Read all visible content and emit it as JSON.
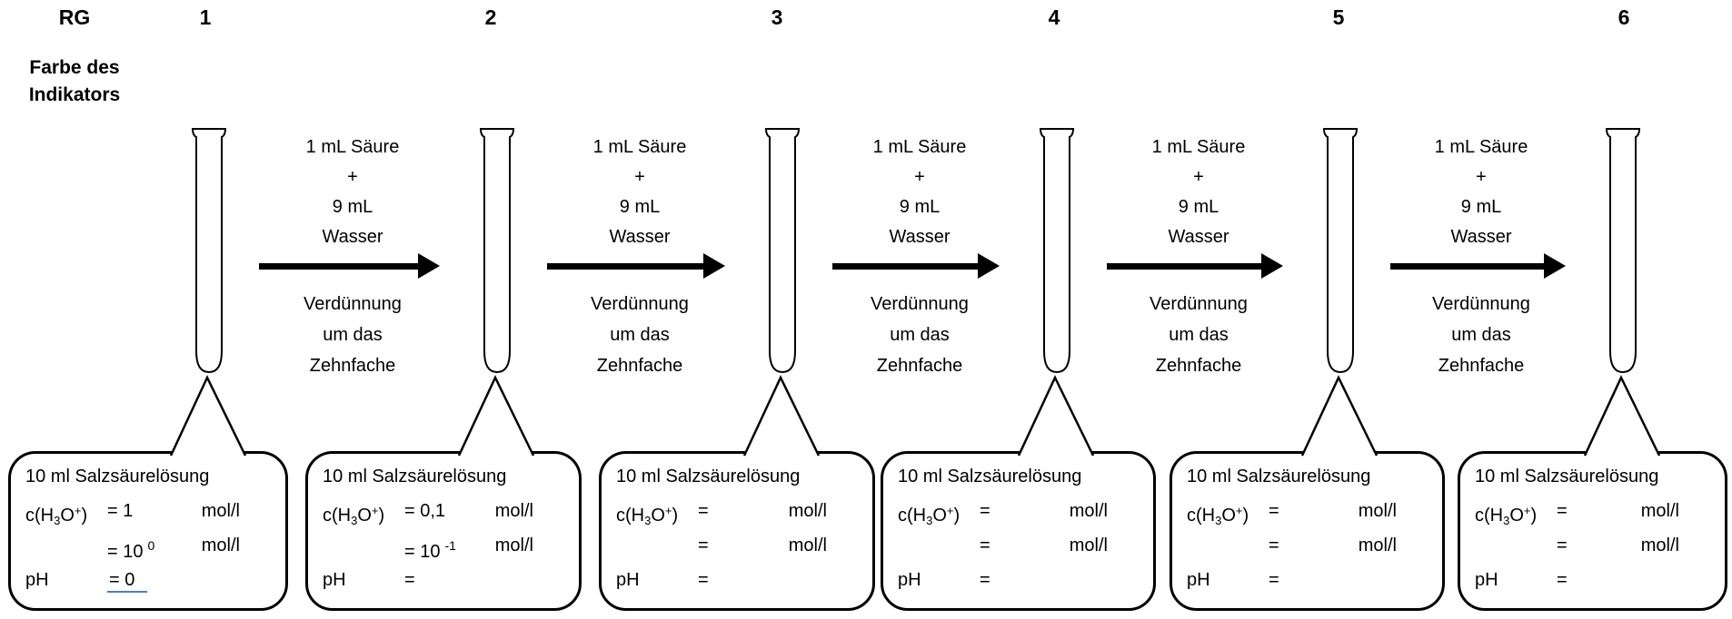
{
  "header": {
    "rg_label": "RG",
    "indicator_label_line1": "Farbe des",
    "indicator_label_line2": "Indikators",
    "tube_numbers": [
      "1",
      "2",
      "3",
      "4",
      "5",
      "6"
    ]
  },
  "dilution_step": {
    "above_arrow": [
      "1 mL Säure",
      "+",
      "9 mL",
      "Wasser"
    ],
    "below_arrow": [
      "Verdünnung",
      "um das",
      "Zehnfache"
    ]
  },
  "formula": {
    "pre": "c(H",
    "sub": "3",
    "mid": "O",
    "sup": "+",
    "post": ")"
  },
  "callouts": [
    {
      "title": "10 ml Salzsäurelösung",
      "conc_value": "= 1",
      "conc_unit": "mol/l",
      "exp_value": "= 10",
      "exp_sup": "0",
      "exp_unit": "mol/l",
      "ph_label": "pH",
      "ph_value": "= 0"
    },
    {
      "title": "10 ml Salzsäurelösung",
      "conc_value": "= 0,1",
      "conc_unit": "mol/l",
      "exp_value": "= 10",
      "exp_sup": "-1",
      "exp_unit": "mol/l",
      "ph_label": "pH",
      "ph_value": "="
    },
    {
      "title": "10 ml Salzsäurelösung",
      "conc_value": "=",
      "conc_unit": "mol/l",
      "exp_value": "=",
      "exp_sup": "",
      "exp_unit": "mol/l",
      "ph_label": "pH",
      "ph_value": "="
    },
    {
      "title": "10 ml Salzsäurelösung",
      "conc_value": "=",
      "conc_unit": "mol/l",
      "exp_value": "=",
      "exp_sup": "",
      "exp_unit": "mol/l",
      "ph_label": "pH",
      "ph_value": "="
    },
    {
      "title": "10 ml Salzsäurelösung",
      "conc_value": "=",
      "conc_unit": "mol/l",
      "exp_value": "=",
      "exp_sup": "",
      "exp_unit": "mol/l",
      "ph_label": "pH",
      "ph_value": "="
    },
    {
      "title": "10 ml Salzsäurelösung",
      "conc_value": "=",
      "conc_unit": "mol/l",
      "exp_value": "=",
      "exp_sup": "",
      "exp_unit": "mol/l",
      "ph_label": "pH",
      "ph_value": "="
    }
  ],
  "colors": {
    "ink": "#000000",
    "ph_underline": "#4a7ebb",
    "background": "#ffffff"
  }
}
